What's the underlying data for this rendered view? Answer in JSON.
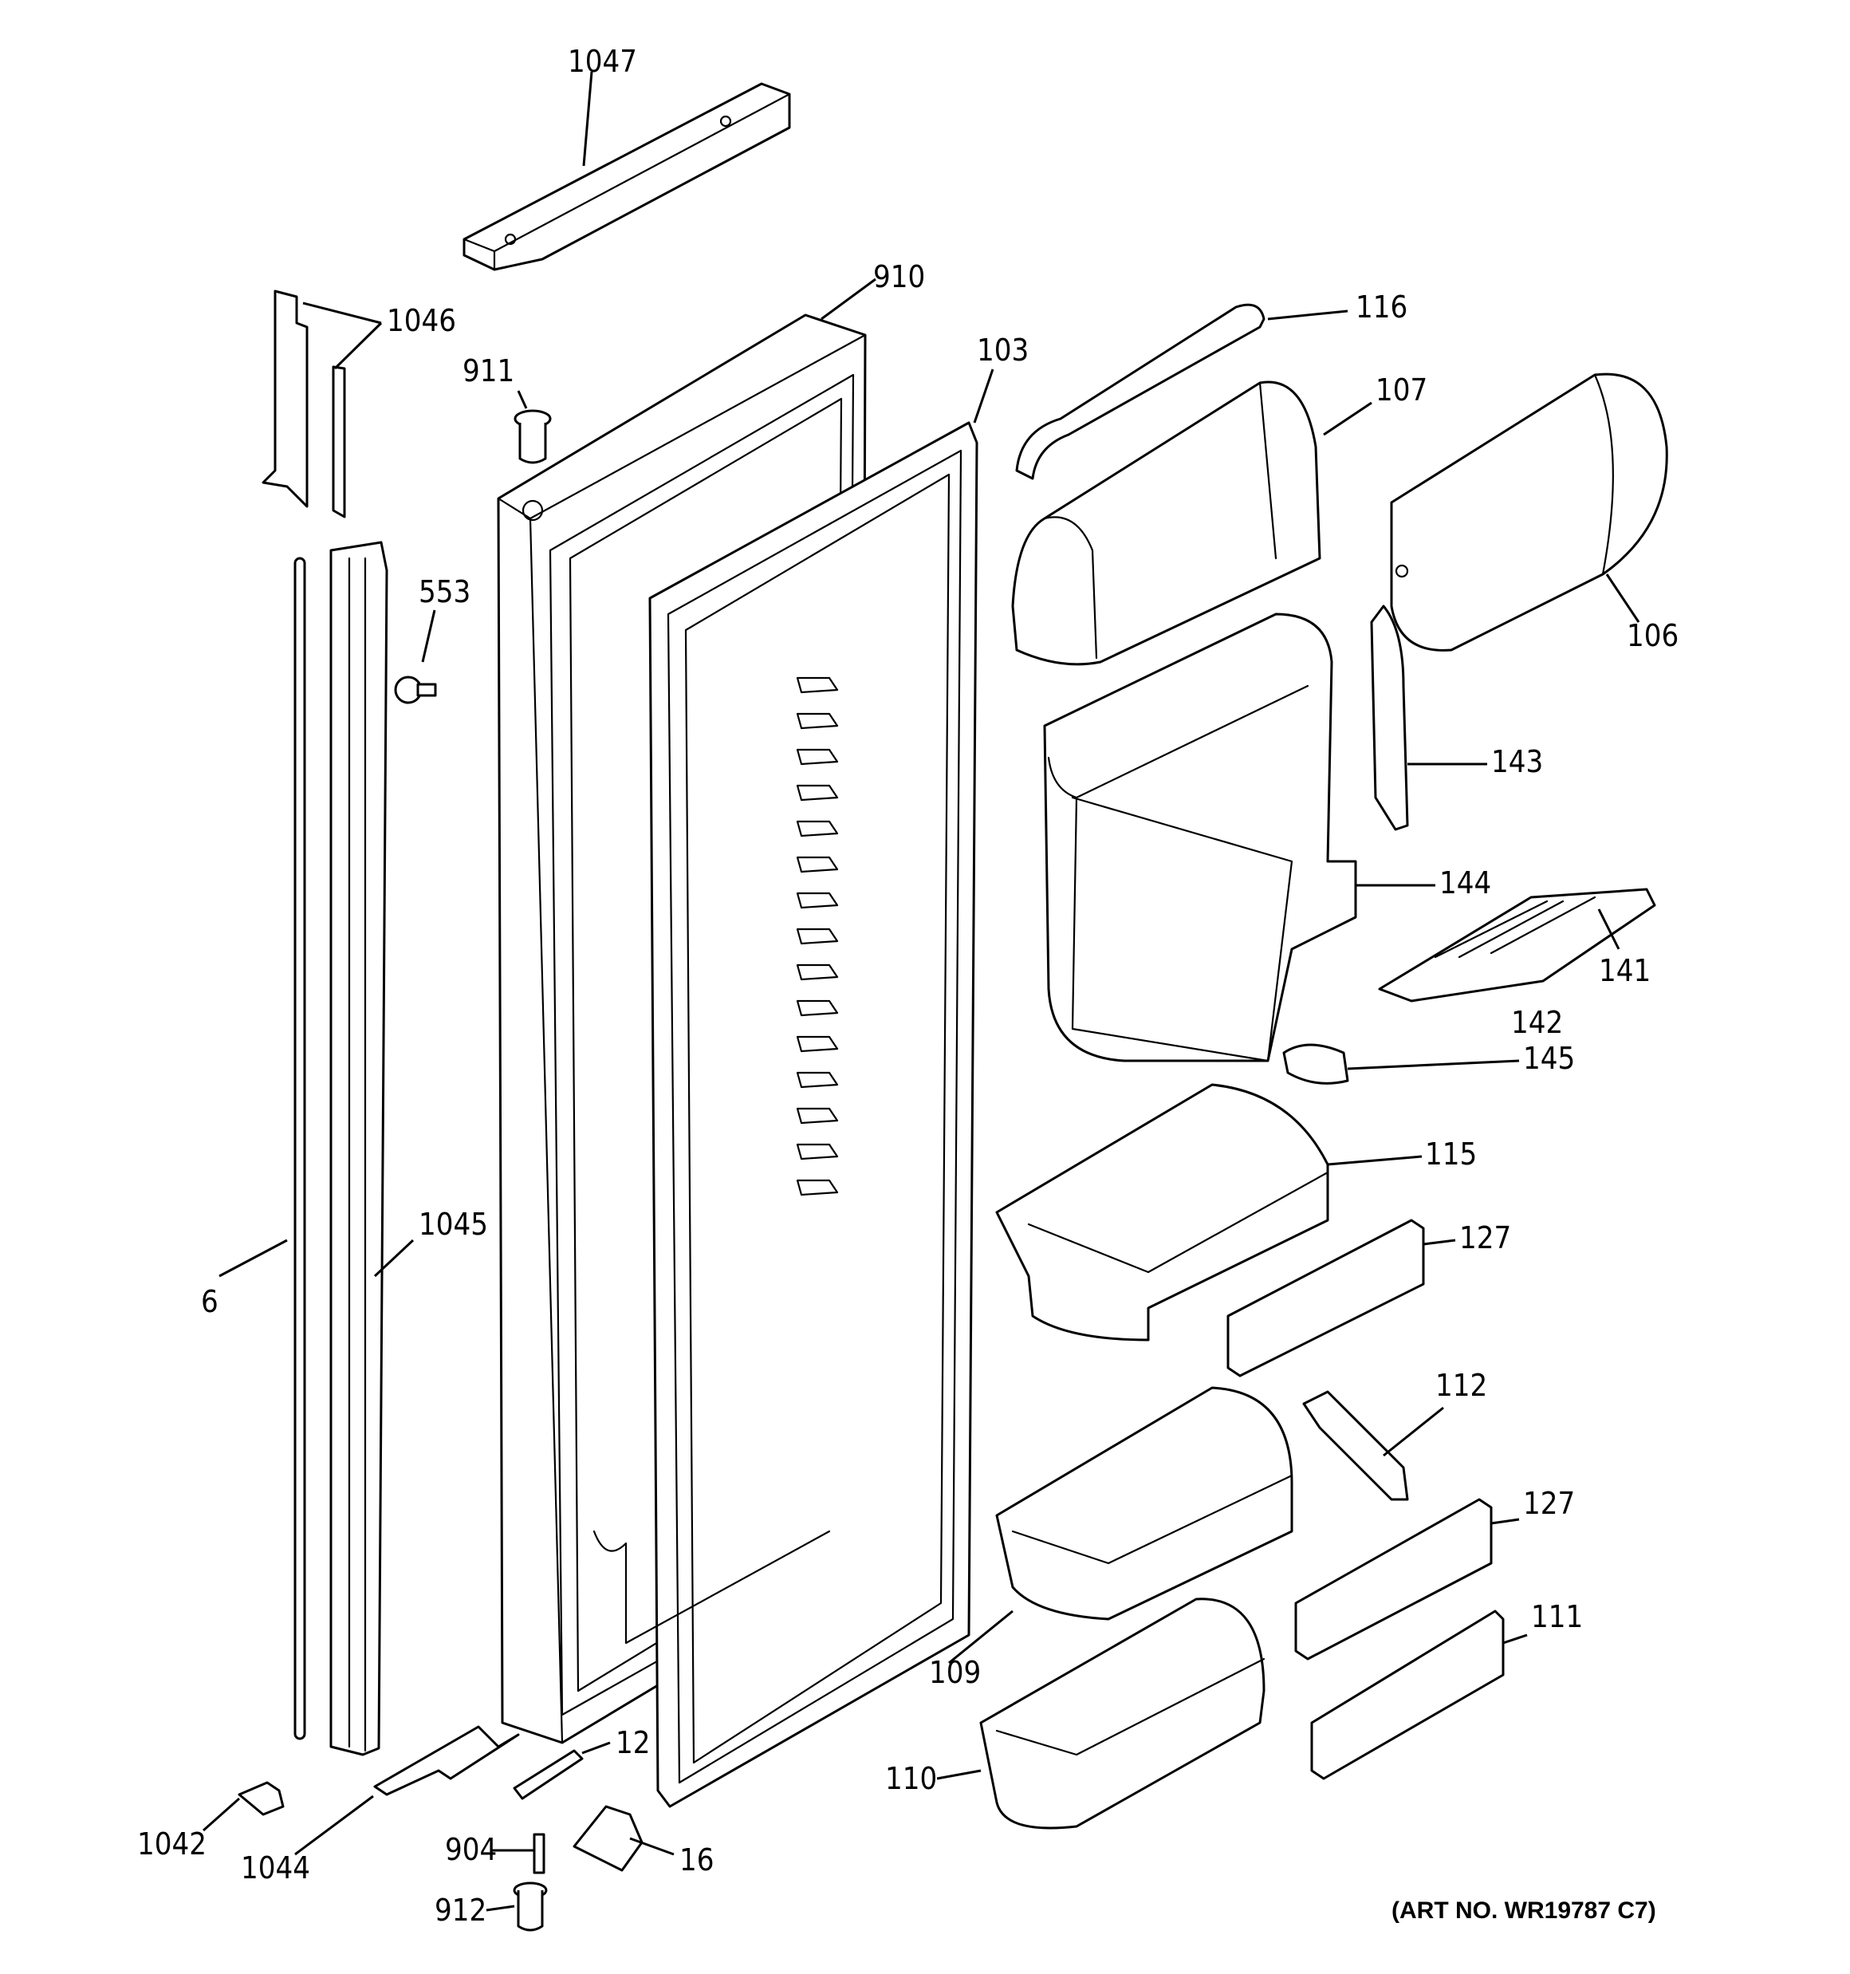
{
  "art_number": "(ART NO. WR19787 C7)",
  "callouts": {
    "c1047": "1047",
    "c1046": "1046",
    "c910": "910",
    "c911": "911",
    "c103": "103",
    "c116": "116",
    "c107": "107",
    "c106": "106",
    "c553": "553",
    "c143": "143",
    "c144": "144",
    "c141": "141",
    "c142": "142",
    "c145": "145",
    "c115": "115",
    "c127a": "127",
    "c6": "6",
    "c1045": "1045",
    "c112": "112",
    "c127b": "127",
    "c109": "109",
    "c111": "111",
    "c12": "12",
    "c110": "110",
    "c1042": "1042",
    "c904": "904",
    "c16": "16",
    "c1044": "1044",
    "c912": "912"
  }
}
